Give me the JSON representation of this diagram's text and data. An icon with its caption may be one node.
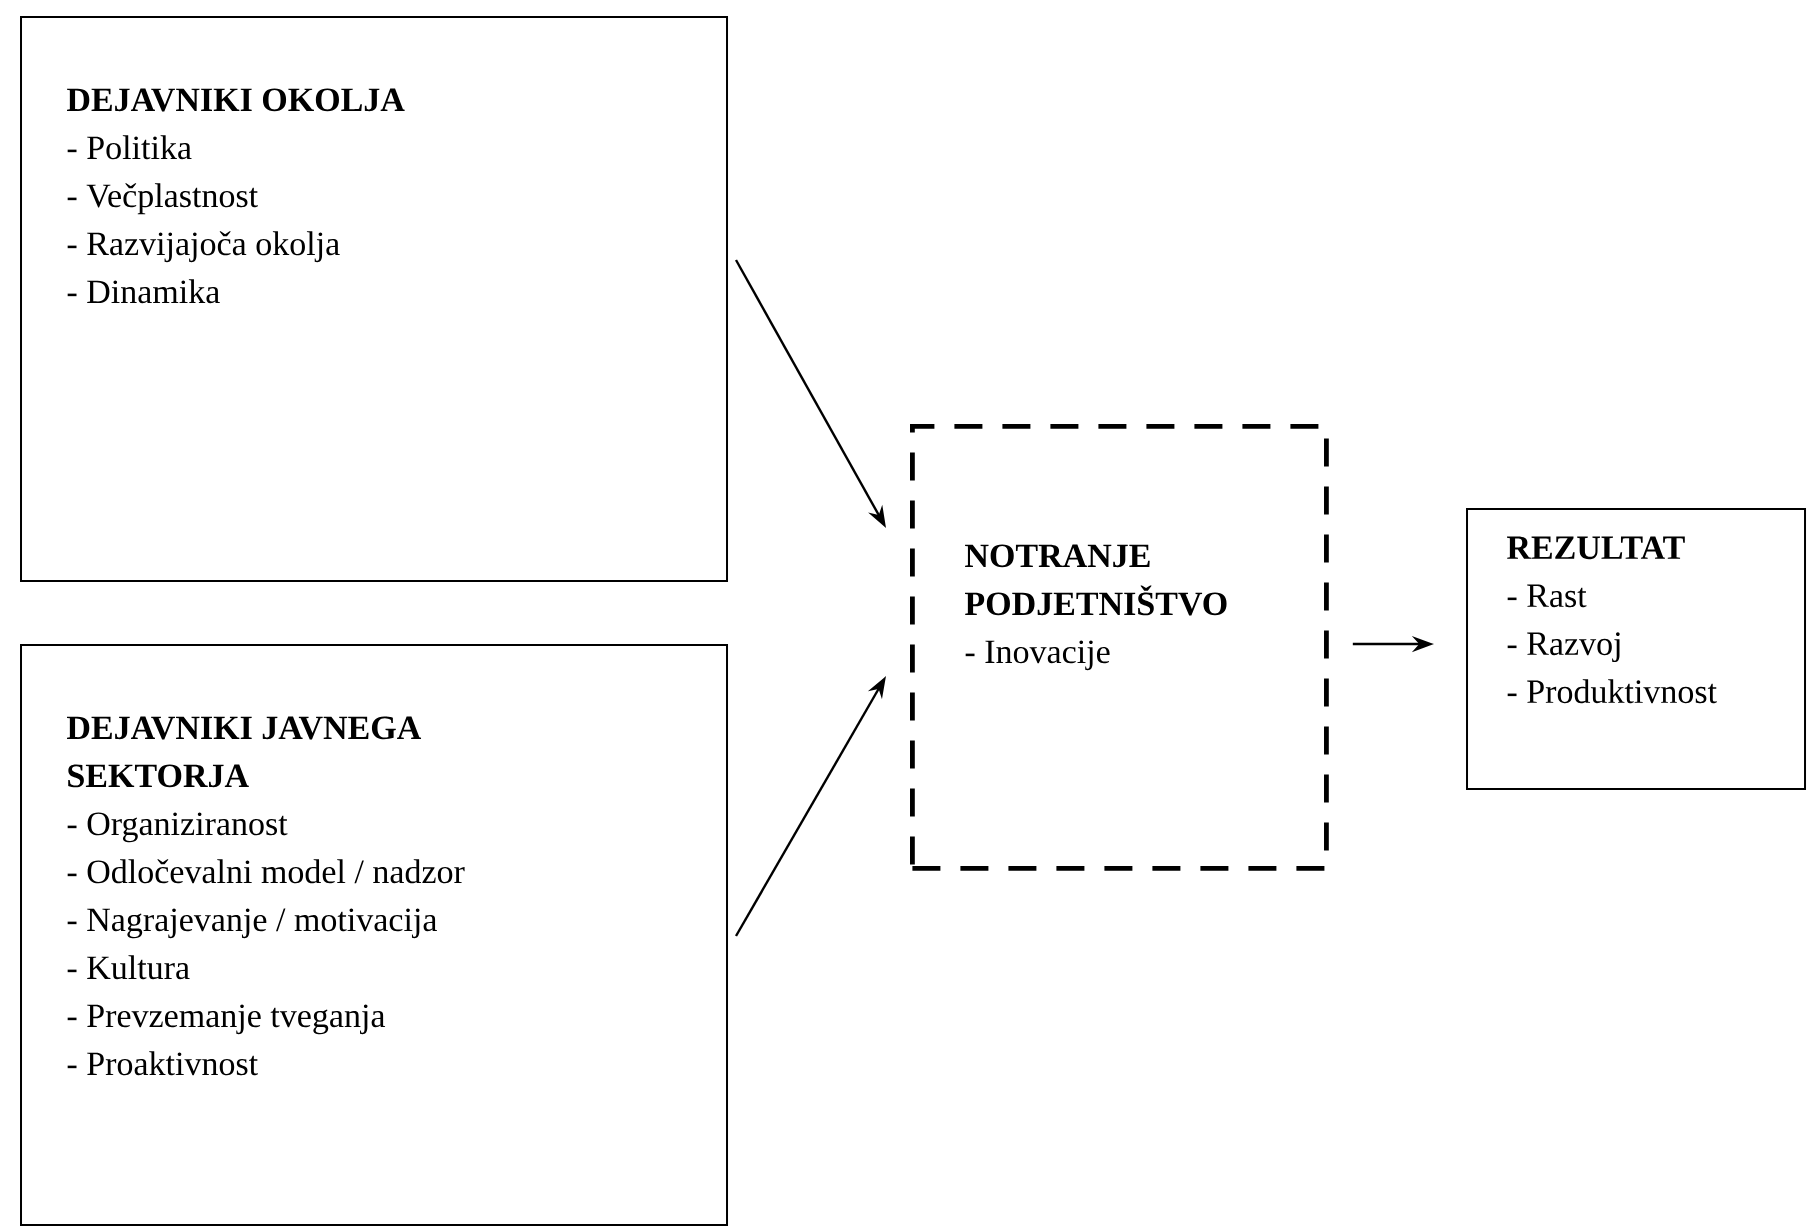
{
  "diagram": {
    "nodes": [
      {
        "text": [
          "DEJAVNIKI OKOLJA",
          "- Politika",
          "- Večplastnost",
          "- Razvijajoča okolja",
          "- Dinamika"
        ]
      },
      {
        "text": [
          "DEJAVNIKI JAVNEGA SEKTORJA",
          "- Organiziranost",
          "- Odločevalni model / nadzor",
          "- Nagrajevanje / motivacija",
          "- Kultura",
          "- Prevzemanje tveganja",
          "- Proaktivnost"
        ]
      },
      {
        "text": [
          "NOTRANJE PODJETNIŠTVO",
          "- Inovacije"
        ]
      },
      {
        "text": [
          "REZULTAT",
          "- Rast",
          "- Razvoj",
          "- Produktivnost"
        ]
      }
    ],
    "edges": [
      {
        "from": 0,
        "to": 2,
        "arrow": "to"
      },
      {
        "from": 1,
        "to": 2,
        "arrow": "to"
      },
      {
        "from": 2,
        "to": 3,
        "arrow": "to"
      }
    ]
  }
}
